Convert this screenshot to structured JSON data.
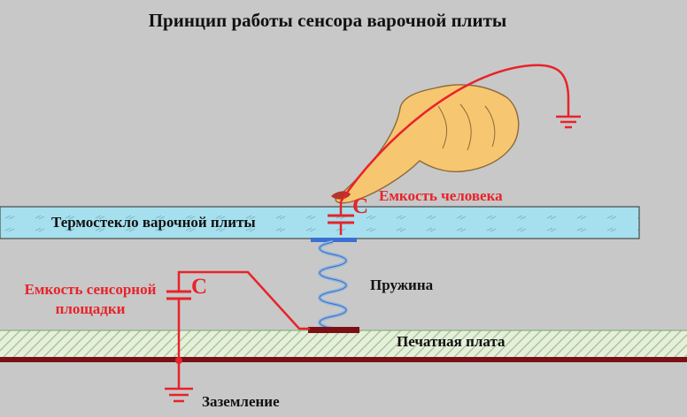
{
  "diagram": {
    "title": "Принцип работы сенсора варочной плиты",
    "glass_label": "Термостекло варочной плиты",
    "human_capacitance_label": "Емкость человека",
    "capacitor_symbol_top": "C",
    "capacitor_symbol_left": "C",
    "pad_capacitance_label_line1": "Емкость сенсорной",
    "pad_capacitance_label_line2": "площадки",
    "spring_label": "Пружина",
    "pcb_label": "Печатная плата",
    "ground_label": "Заземление"
  },
  "colors": {
    "background": "#c8c8c8",
    "glass": "#a6e0ee",
    "wire": "#e8232a",
    "pcb_line": "#7a1016",
    "skin": "#f7c670"
  }
}
